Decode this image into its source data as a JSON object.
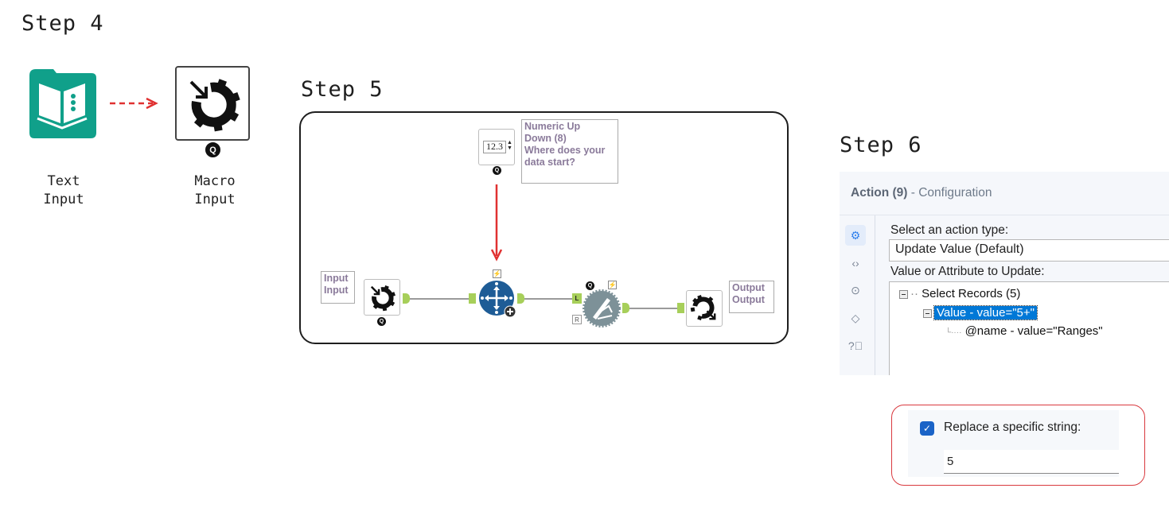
{
  "step4": {
    "title": "Step 4",
    "text_input": {
      "label_line1": "Text",
      "label_line2": "Input",
      "icon": "book-icon",
      "color": "#10a08a"
    },
    "arrow": {
      "style": "dashed",
      "color": "#e03131"
    },
    "macro_input": {
      "label_line1": "Macro",
      "label_line2": "Input",
      "icon": "macro-input-gear-icon",
      "badge": "Q"
    }
  },
  "step5": {
    "title": "Step 5",
    "numeric_updown": {
      "value": "12.3",
      "badge": "Q"
    },
    "numeric_annotation": {
      "lines": [
        "Numeric Up",
        "Down (8)",
        "Where does your",
        "data start?"
      ]
    },
    "input_annotation": {
      "lines": [
        "Input",
        "Input"
      ]
    },
    "output_annotation": {
      "lines": [
        "Output",
        "Output"
      ]
    },
    "action_tool": {
      "icon": "action-tool-icon",
      "lightning": "⚡"
    },
    "find_replace_tool": {
      "icon": "find-replace-icon",
      "left_anchor": "L",
      "right_anchor": "R",
      "badge": "Q",
      "lightning": "⚡"
    },
    "arrow_color": "#e03131",
    "anchor_color": "#a7cf5a"
  },
  "step6": {
    "title": "Step 6",
    "config": {
      "title_bold": "Action (9)",
      "title_rest": " - Configuration",
      "sidebar_icons": [
        "gear-icon",
        "code-icon",
        "arrow-circle-icon",
        "tag-icon",
        "help-icon"
      ],
      "action_type_label": "Select an action type:",
      "action_type_value": "Update Value (Default)",
      "tree_label": "Value or Attribute to Update:",
      "tree": [
        {
          "text": "Select Records (5)",
          "level": 0
        },
        {
          "text": "Value - value=\"5+\"",
          "level": 1,
          "selected": true
        },
        {
          "text": "@name - value=\"Ranges\"",
          "level": 2
        }
      ]
    },
    "replace": {
      "checked": true,
      "label": "Replace a specific string:",
      "value": "5",
      "highlight_color": "#d9393e"
    }
  }
}
